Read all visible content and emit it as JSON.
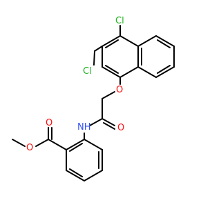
{
  "colors": {
    "bond": "#000000",
    "chlorine": "#1db01d",
    "oxygen": "#ff0d0d",
    "nitrogen": "#3050f8"
  },
  "atoms": {
    "cl_top": "Cl",
    "cl_left": "Cl",
    "o_ether": "O",
    "o_amide": "O",
    "nh": "NH",
    "o_ester_carbonyl": "O",
    "o_ester_methoxy": "O"
  }
}
